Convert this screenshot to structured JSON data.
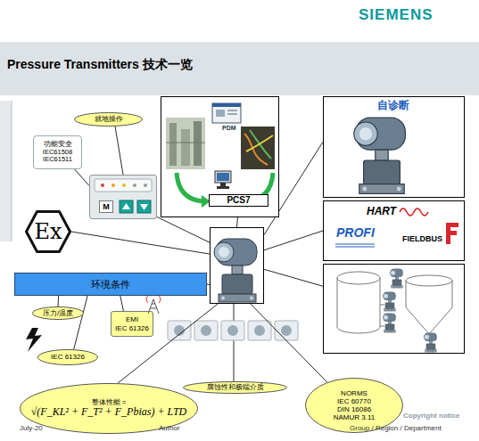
{
  "diagram": {
    "title": "Pressure Transmitters 技术一览",
    "nodes": [
      {
        "text": [
          "就地操作"
        ]
      },
      {
        "text": [
          "PDM",
          "PCS7"
        ]
      },
      {
        "text": [
          "自诊断"
        ]
      },
      {
        "text": [
          "功能安全 IEC61508 IEC61511"
        ]
      },
      {
        "text": [
          "M"
        ]
      },
      {
        "text": [
          "HART",
          "PROFI",
          "FIELDBUS"
        ]
      },
      {
        "text": [
          "Ex"
        ]
      },
      {
        "text": []
      },
      {
        "text": []
      },
      {
        "text": [
          "环境条件"
        ]
      },
      {
        "text": [
          "压力/温度"
        ]
      },
      {
        "text": [
          "EMI",
          "IEC 61326"
        ]
      },
      {
        "text": [
          "IEC 61326"
        ]
      },
      {
        "text": [
          "NORMS",
          "IEC 60770 DIN 16086 NAMUR 3.11"
        ]
      },
      {
        "text": [
          "腐蚀性和极端介质"
        ]
      },
      {
        "text": [
          "整体性能 =",
          "√(F_KL² + F_T² + F_Pbias) + LTD"
        ]
      }
    ],
    "edges": [
      {
        "from": 0,
        "to": 4,
        "arrow": "none"
      },
      {
        "from": 3,
        "to": 4,
        "arrow": "none"
      },
      {
        "from": 4,
        "to": 7,
        "arrow": "none"
      },
      {
        "from": 1,
        "to": 7,
        "arrow": "none"
      },
      {
        "from": 2,
        "to": 7,
        "arrow": "none"
      },
      {
        "from": 5,
        "to": 7,
        "arrow": "none"
      },
      {
        "from": 8,
        "to": 7,
        "arrow": "none"
      },
      {
        "from": 6,
        "to": 7,
        "arrow": "none"
      },
      {
        "from": 9,
        "to": 7,
        "arrow": "none"
      },
      {
        "from": 10,
        "to": 9,
        "arrow": "none"
      },
      {
        "from": 11,
        "to": 9,
        "arrow": "none"
      },
      {
        "from": 12,
        "to": 9,
        "arrow": "none"
      },
      {
        "from": 15,
        "to": 7,
        "arrow": "none"
      },
      {
        "from": 13,
        "to": 7,
        "arrow": "none"
      }
    ],
    "labels": [
      "SIEMENS",
      "July-20",
      "Author",
      "Copyright notice",
      "Group / Region / Department"
    ]
  }
}
